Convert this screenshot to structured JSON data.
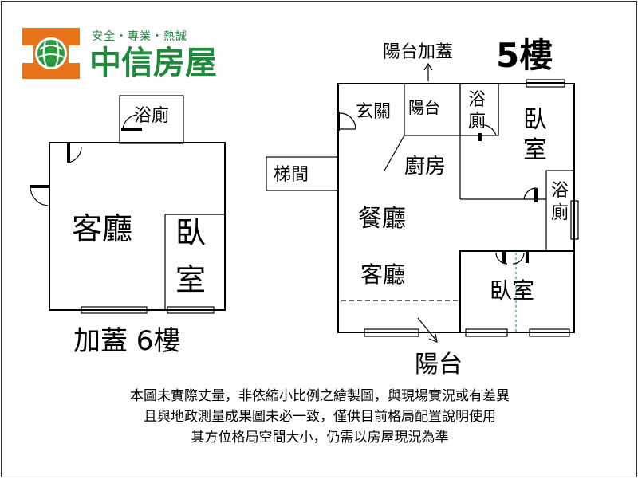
{
  "brand": {
    "slogan": "安全・專業・熱誠",
    "name": "中信房屋",
    "logo_color": "#e8731a",
    "text_color": "#1f8a3c"
  },
  "left_plan": {
    "rooms": {
      "bathroom": "浴廁",
      "living_room": "客廳",
      "bedroom_1": "臥",
      "bedroom_2": "室"
    },
    "caption": "加蓋 6樓"
  },
  "right_plan": {
    "annotation": "陽台加蓋",
    "floor_label": "5樓",
    "rooms": {
      "entrance": "玄關",
      "balcony_small": "陽台",
      "bath_top_1": "浴",
      "bath_top_2": "廁",
      "bedroom_top_1": "臥",
      "bedroom_top_2": "室",
      "stairwell": "梯間",
      "kitchen": "廚房",
      "bath_right_1": "浴",
      "bath_right_2": "廁",
      "dining": "餐廳",
      "living": "客廳",
      "bedroom_bottom": "臥室",
      "balcony_bottom": "陽台"
    }
  },
  "disclaimer": [
    "本圖未實際丈量，非依縮小比例之繪製圖，與現場實況或有差異",
    "且與地政測量成果圖未必一致，僅供目前格局配置說明使用",
    "其方位格局空間大小，仍需以房屋現況為準"
  ]
}
